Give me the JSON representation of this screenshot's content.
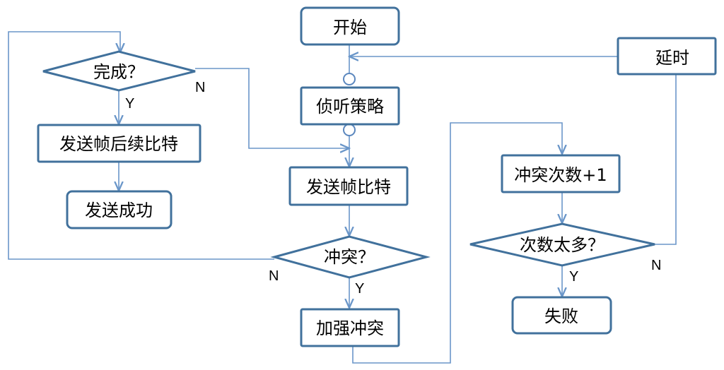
{
  "nodes": {
    "start": "开始",
    "listen": "侦听策略",
    "send_bits": "发送帧比特",
    "collision_q": "冲突？",
    "jam": "加强冲突",
    "done_q": "完成？",
    "send_rest": "发送帧后续比特",
    "success": "发送成功",
    "count_inc": "冲突次数+1",
    "too_many_q": "次数太多？",
    "fail": "失败",
    "delay": "延时"
  },
  "edge_labels": {
    "done_no": "N",
    "done_yes": "Y",
    "collision_no": "N",
    "collision_yes": "Y",
    "too_many_no": "N",
    "too_many_yes": "Y"
  },
  "colors": {
    "box_border": "#41719c",
    "connector": "#6a96c9"
  }
}
